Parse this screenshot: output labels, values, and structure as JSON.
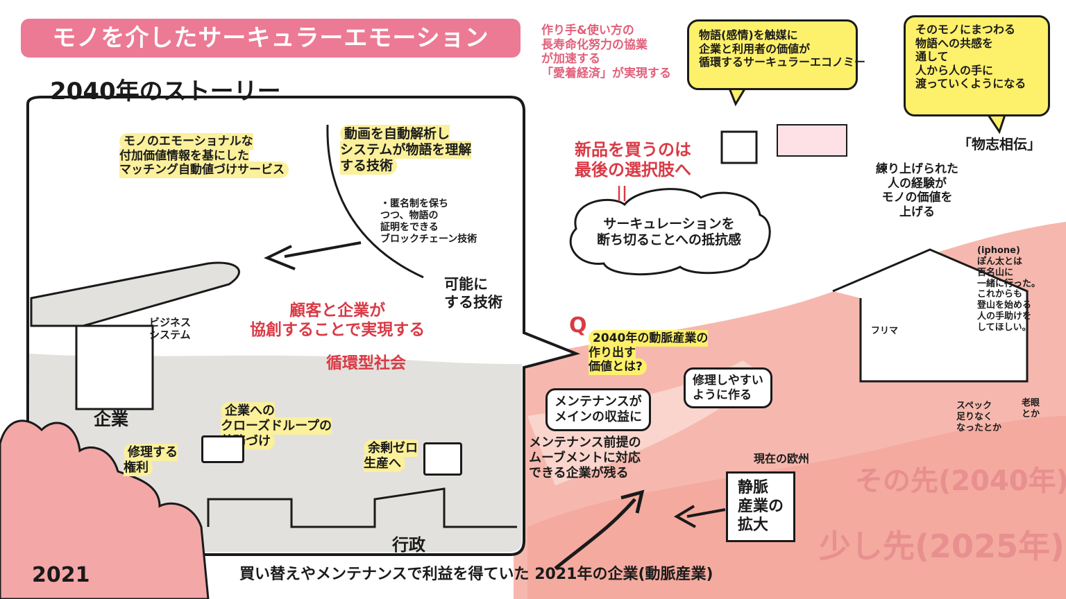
{
  "title": "モノを介したサーキュラーエモーション",
  "story_heading": "2040年のストーリー",
  "top_pink_note": "作り手&使い方の\n長寿命化努力の協業\nが加速する\n「愛着経済」が実現する",
  "yellow_bubble_1": "物語(感情)を触媒に\n企業と利用者の価値が\n循環するサーキュラーエコノミー",
  "yellow_bubble_2": "そのモノにまつわる\n物語への共感を\n通して\n人から人の手に\n渡っていくようになる",
  "proverb": "「物志相伝」",
  "matching_service": "モノのエモーショナルな\n付加価値情報を基にした\nマッチング自動値づけサービス",
  "video_tech": "動画を自動解析し\nシステムが物語を理解\nする技術",
  "blockchain": "・匿名制を保ち\nつつ、物語の\n証明をできる\nブロックチェーン技術",
  "possible_tech": "可能に\nする技術",
  "business_system": "ビジネス\nシステム",
  "co_creation": "顧客と企業が\n協創することで実現する",
  "circular_society": "循環型社会",
  "company_label": "企業",
  "repair_right": "修理する\n権利",
  "closed_loop": "企業への\nクローズドループの\n義務づけ",
  "zero_waste": "余剰ゼロ\n生産へ",
  "government": "行政",
  "year_2021": "2021",
  "bottom_caption": "買い替えやメンテナンスで利益を得ていた 2021年の企業(動脈産業)",
  "new_last_choice": "新品を買うのは\n最後の選択肢へ",
  "equals": "||",
  "resistance": "サーキュレーションを\n断ち切ることへの抵抗感",
  "q_mark": "Q",
  "q_text": "2040年の動脈産業の\n作り出す\n価値とは?",
  "easy_repair": "修理しやすい\nように作る",
  "maintenance_revenue": "メンテナンスが\nメインの収益に",
  "maintenance_movement": "メンテナンス前提の\nムーブメントに対応\nできる企業が残る",
  "current_europe": "現在の欧州",
  "vein_industry": "静脈\n産業の\n拡大",
  "later_2040": "その先(2040年)",
  "near_2025": "少し先(2025年)",
  "refined_experience": "練り上げられた\n人の経験が\nモノの価値を\n上げる",
  "iphone_note": "(iphone)\nぽん太とは\n百名山に\n一緒に行った。\nこれからも\n登山を始める\n人の手助けを\nしてほしい。",
  "flea_market": "フリマ",
  "spec_short": "スペック\n足りなく\nなったとか",
  "presbyopia": "老眼\nとか",
  "colors": {
    "pink_title": "#ec7a94",
    "yellow": "#fdf06a",
    "red_text": "#d93a45",
    "light_pink": "#f7b7ac",
    "gray": "#e3e1de"
  }
}
